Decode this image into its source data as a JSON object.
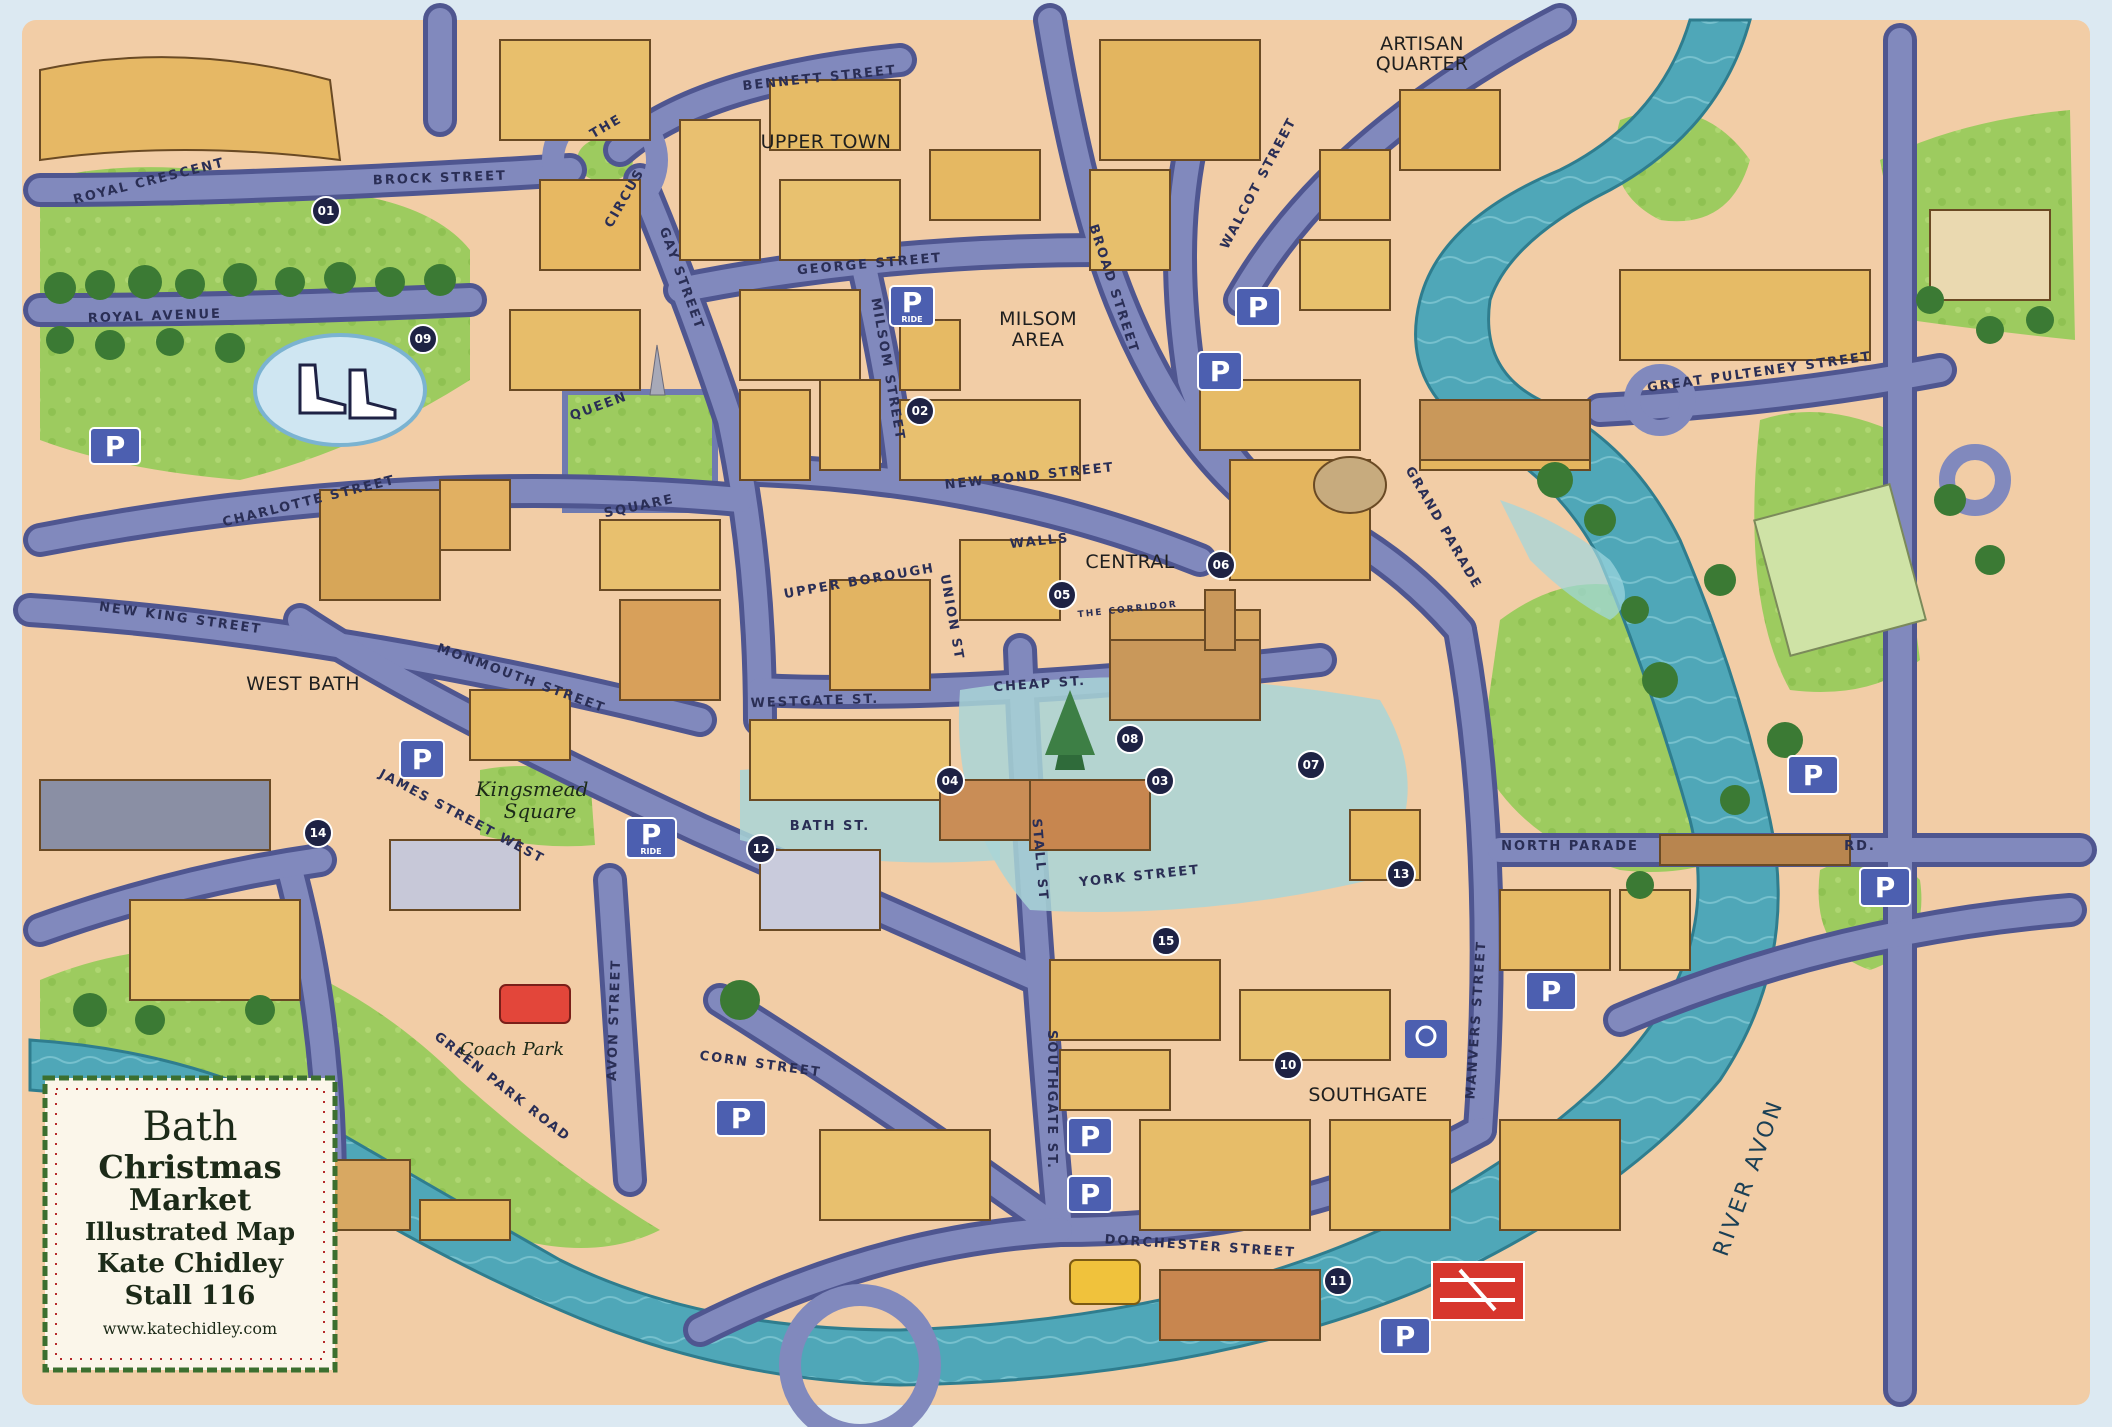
{
  "districts": {
    "artisan_line1": "ARTISAN",
    "artisan_line2": "QUARTER",
    "upper_town": "UPPER TOWN",
    "milsom_line1": "MILSOM",
    "milsom_line2": "AREA",
    "central": "CENTRAL",
    "west_bath": "WEST BATH",
    "southgate": "SOUTHGATE"
  },
  "streets": {
    "royal_crescent": "ROYAL CRESCENT",
    "brock_street": "BROCK STREET",
    "the": "THE",
    "circus": "CIRCUS",
    "bennett_street": "BENNETT STREET",
    "gay_street": "GAY STREET",
    "george_street": "GEORGE STREET",
    "milsom_street": "MILSOM STREET",
    "broad_street": "BROAD STREET",
    "walcot_street": "WALCOT STREET",
    "royal_avenue": "ROYAL AVENUE",
    "queen": "QUEEN",
    "square": "SQUARE",
    "charlotte_street": "CHARLOTTE STREET",
    "new_bond_street": "NEW BOND STREET",
    "walls": "WALLS",
    "upper_borough": "UPPER BOROUGH",
    "union_st": "UNION ST",
    "the_corridor": "THE CORRIDOR",
    "cheap_st": "CHEAP ST.",
    "westgate_st": "WESTGATE ST.",
    "new_king_street": "NEW KING STREET",
    "monmouth_street": "MONMOUTH STREET",
    "james_street_west": "JAMES STREET WEST",
    "bath_st": "BATH ST.",
    "york_street": "YORK STREET",
    "stall_st": "STALL ST",
    "north_parade": "NORTH PARADE",
    "rd": "RD.",
    "grand_parade": "GRAND PARADE",
    "great_pulteney_street": "GREAT PULTENEY STREET",
    "manvers_street": "MANVERS STREET",
    "corn_street": "CORN STREET",
    "avon_street": "AVON STREET",
    "green_park_road": "GREEN PARK ROAD",
    "southgate_st": "SOUTHGATE ST.",
    "dorchester_street": "DORCHESTER STREET"
  },
  "places": {
    "kingsmead_line1": "Kingsmead",
    "kingsmead_line2": "Square",
    "coach_park": "Coach Park"
  },
  "river": {
    "name": "RIVER AVON"
  },
  "parking": {
    "label": "P",
    "ride_label": "RIDE"
  },
  "markers": [
    "01",
    "02",
    "03",
    "04",
    "05",
    "06",
    "07",
    "08",
    "09",
    "10",
    "11",
    "12",
    "13",
    "14",
    "15"
  ],
  "title_card": {
    "line1": "Bath",
    "line2": "Christmas",
    "line3": "Market",
    "line4": "Illustrated Map",
    "line5": "Kate Chidley",
    "line6": "Stall 116",
    "line7": "www.katechidley.com"
  },
  "colors": {
    "border": "#dbe9f1",
    "land": "#f3cfa8",
    "road": "#7e86b8",
    "road_edge": "#4f5690",
    "park": "#9ccc5e",
    "river": "#4ea8b8",
    "market": "#a8d4d6",
    "marker": "#1e2244",
    "parking": "#4c5fb0",
    "building": "#e7bb68"
  }
}
